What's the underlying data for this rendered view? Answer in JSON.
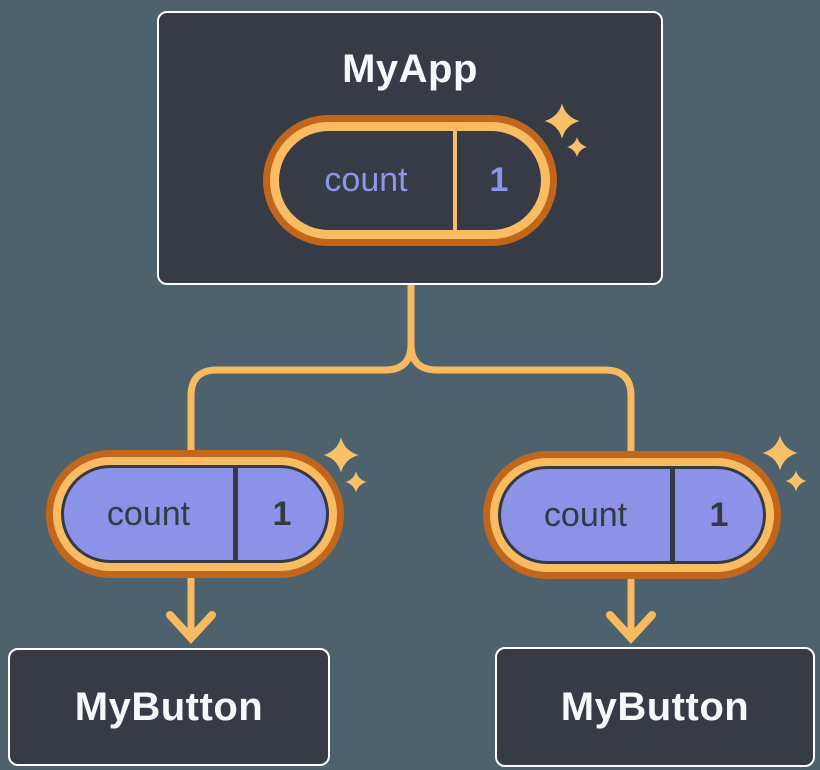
{
  "root_card": {
    "label": "MyApp",
    "state": {
      "name": "count",
      "value": "1"
    }
  },
  "left_pill": {
    "name": "count",
    "value": "1"
  },
  "right_pill": {
    "name": "count",
    "value": "1"
  },
  "left_button_card": {
    "label": "MyButton"
  },
  "right_button_card": {
    "label": "MyButton"
  },
  "icons": {
    "sparkles": "sparkle-icon",
    "arrows": "arrow-down-icon"
  },
  "colors": {
    "background": "#4E626E",
    "card_fill": "#363B46",
    "card_border": "#FFFFFF",
    "ring_outer": "#C2661B",
    "ring_inner": "#F9BC63",
    "pill_fill": "#8B92E8",
    "pill_outline": "#343A44",
    "text_light": "#F7F8FA",
    "text_dark": "#343A44",
    "text_accent": "#8D95E8",
    "connector": "#F7BA61",
    "sparkle": "#F8C169"
  }
}
